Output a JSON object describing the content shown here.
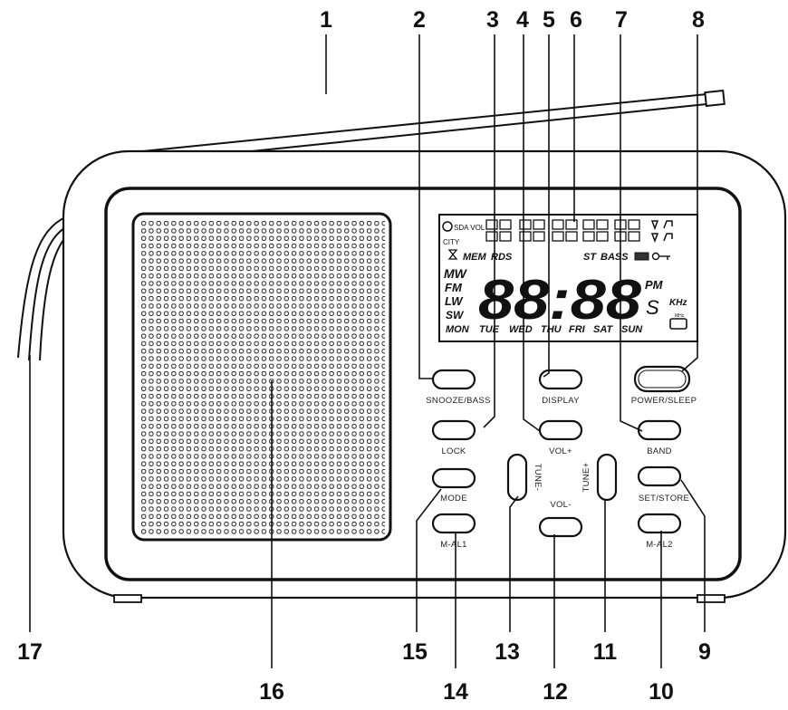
{
  "callouts": [
    "1",
    "2",
    "3",
    "4",
    "5",
    "6",
    "7",
    "8",
    "9",
    "10",
    "11",
    "12",
    "13",
    "14",
    "15",
    "16",
    "17"
  ],
  "buttons": {
    "snooze_bass": "SNOOZE/BASS",
    "display": "DISPLAY",
    "power_sleep": "POWER/SLEEP",
    "lock": "LOCK",
    "vol_up": "VOL+",
    "band": "BAND",
    "mode": "MODE",
    "tune_down": "TUNE-",
    "tune_up": "TUNE+",
    "set_store": "SET/STORE",
    "m_al1": "M-AL1",
    "vol_down": "VOL-",
    "m_al2": "M-AL2"
  },
  "lcd": {
    "sda_vol": "SDA VOL",
    "city": "CITY",
    "mem": "MEM",
    "rds": "RDS",
    "st": "ST",
    "bass": "BASS",
    "mw": "MW",
    "fm": "FM",
    "lw": "LW",
    "sw": "SW",
    "digits": "88:88",
    "pm": "PM",
    "sleep_s": "S",
    "khz": "KHz",
    "mhz": "MHz",
    "days": [
      "MON",
      "TUE",
      "WED",
      "THU",
      "FRI",
      "SAT",
      "SUN"
    ]
  }
}
